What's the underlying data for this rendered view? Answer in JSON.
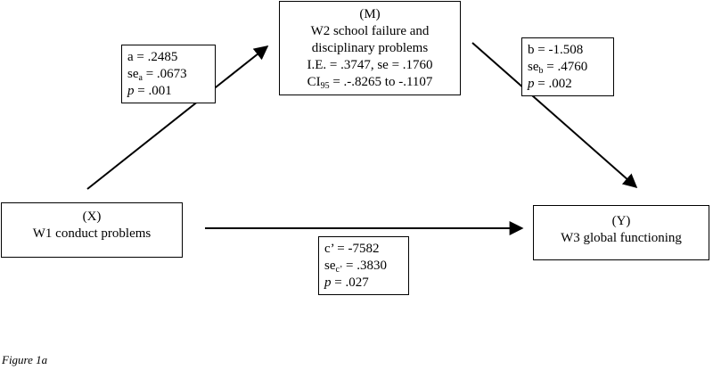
{
  "nodes": {
    "x": {
      "tag": "(X)",
      "label": "W1 conduct problems"
    },
    "m": {
      "tag": "(M)",
      "label_line1": "W2 school failure and",
      "label_line2": "disciplinary problems",
      "ie_line": "I.E. = .3747, se = .1760",
      "ci_prefix": "CI",
      "ci_sub": "95",
      "ci_value": " = .-.8265 to -.1107"
    },
    "y": {
      "tag": "(Y)",
      "label": "W3 global functioning"
    }
  },
  "paths": {
    "a": {
      "coef": "a = .2485",
      "se_prefix": "se",
      "se_sub": "a",
      "se_value": " = .0673",
      "p_label": "p",
      "p_value": " = .001"
    },
    "b": {
      "coef": "b = -1.508",
      "se_prefix": "se",
      "se_sub": "b",
      "se_value": " = .4760",
      "p_label": "p",
      "p_value": " = .002"
    },
    "c": {
      "coef": "c’ = -7582",
      "se_prefix": "se",
      "se_sub": "c’",
      "se_value": " = .3830",
      "p_label": "p",
      "p_value": " = .027"
    }
  },
  "caption": "Figure 1a"
}
